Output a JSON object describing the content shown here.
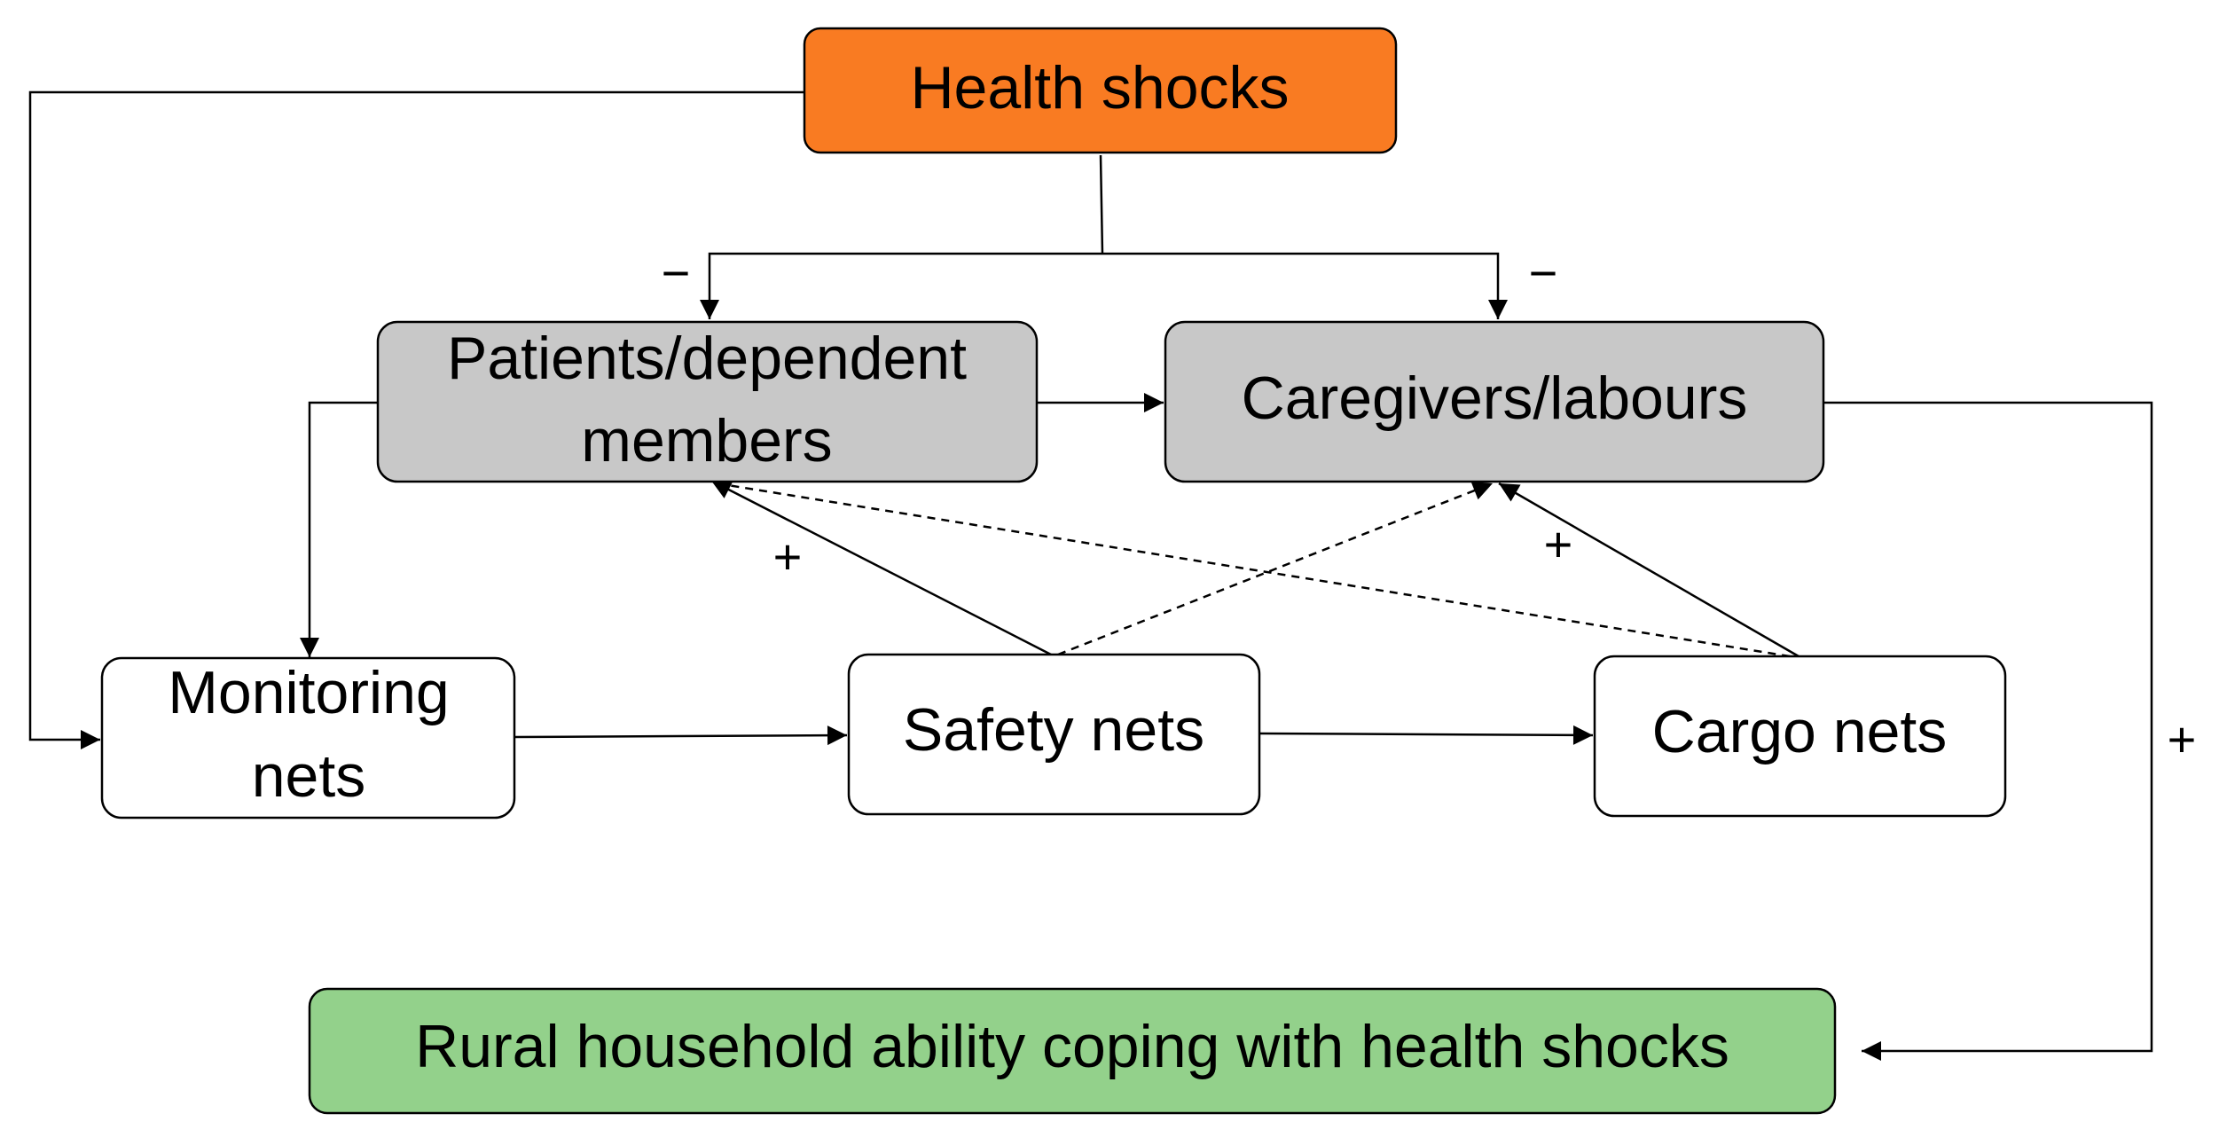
{
  "colors": {
    "health_shocks": "#f97b22",
    "patients": "#c8c8c8",
    "caregivers": "#c8c8c8",
    "monitoring": "#ffffff",
    "safety": "#ffffff",
    "cargo": "#ffffff",
    "outcome": "#93d18b"
  },
  "nodes": {
    "health_shocks": {
      "label": "Health shocks"
    },
    "patients": {
      "line1": "Patients/dependent",
      "line2": "members"
    },
    "caregivers": {
      "label": "Caregivers/labours"
    },
    "monitoring": {
      "line1": "Monitoring",
      "line2": "nets"
    },
    "safety": {
      "label": "Safety nets"
    },
    "cargo": {
      "label": "Cargo nets"
    },
    "outcome": {
      "label": "Rural household ability coping with health shocks"
    }
  },
  "edges": [
    {
      "from": "health_shocks",
      "to": "patients",
      "sign": "−",
      "style": "solid"
    },
    {
      "from": "health_shocks",
      "to": "caregivers",
      "sign": "−",
      "style": "solid"
    },
    {
      "from": "health_shocks",
      "to": "monitoring",
      "sign": "",
      "style": "solid"
    },
    {
      "from": "patients",
      "to": "caregivers",
      "sign": "",
      "style": "solid"
    },
    {
      "from": "patients",
      "to": "monitoring",
      "sign": "",
      "style": "solid"
    },
    {
      "from": "monitoring",
      "to": "safety",
      "sign": "",
      "style": "solid"
    },
    {
      "from": "safety",
      "to": "cargo",
      "sign": "",
      "style": "solid"
    },
    {
      "from": "safety",
      "to": "patients",
      "sign": "+",
      "style": "solid"
    },
    {
      "from": "safety",
      "to": "caregivers",
      "sign": "",
      "style": "dashed"
    },
    {
      "from": "cargo",
      "to": "caregivers",
      "sign": "+",
      "style": "solid"
    },
    {
      "from": "cargo",
      "to": "patients",
      "sign": "",
      "style": "dashed"
    },
    {
      "from": "caregivers",
      "to": "outcome",
      "sign": "+",
      "style": "solid"
    }
  ]
}
